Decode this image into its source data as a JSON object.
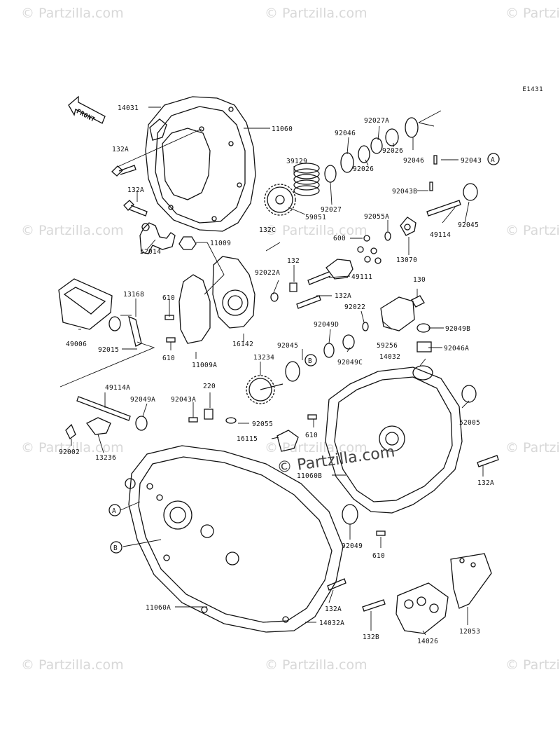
{
  "watermarks": [
    "© Partzilla.com",
    "© Partzilla.com",
    "© Partzilla.com",
    "© Partzilla.com",
    "© Partzilla.com",
    "© Partzilla.com",
    "© Partzilla.com",
    "© Partzilla.com",
    "© Partzilla.com",
    "© Partzilla.com",
    "© Partzilla.com",
    "© Partzilla.com"
  ],
  "watermark_center": "© Partzilla.com",
  "diagram_code": "E1431",
  "front_label": "FRONT",
  "callouts": [
    "A",
    "B"
  ],
  "labels": [
    "14031",
    "11060",
    "132A",
    "132A",
    "52014",
    "39129",
    "59051",
    "11009",
    "132C",
    "92046",
    "92027A",
    "92026",
    "92046",
    "92026",
    "92027",
    "92043",
    "92043B",
    "92055A",
    "49114",
    "92045",
    "600",
    "13070",
    "92022A",
    "132",
    "49111",
    "132A",
    "130",
    "92022",
    "92049B",
    "49006",
    "13168",
    "92015",
    "610",
    "610",
    "11009A",
    "16142",
    "92049D",
    "92045",
    "92049C",
    "59256",
    "92046A",
    "13234",
    "14032",
    "49114A",
    "220",
    "92043A",
    "92049A",
    "92055",
    "52005",
    "610",
    "16115",
    "11060B",
    "132A",
    "92002",
    "13236",
    "610",
    "92049",
    "11060A",
    "132A",
    "14032A",
    "132B",
    "14026",
    "12053"
  ]
}
